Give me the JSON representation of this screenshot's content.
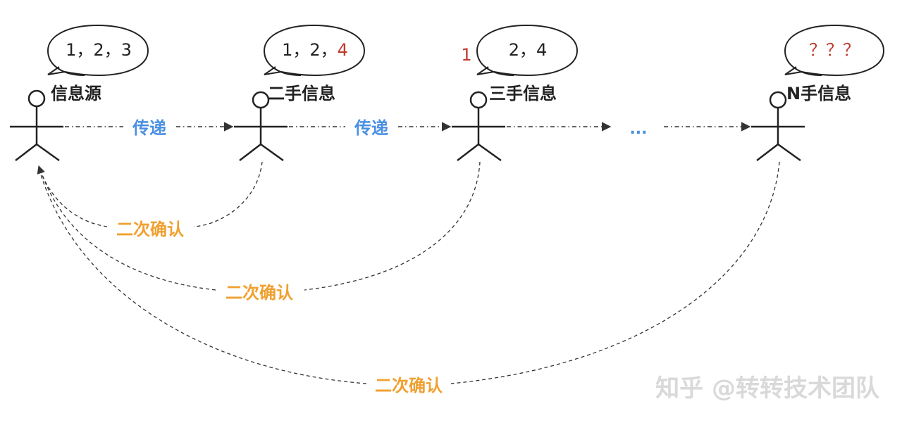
{
  "actors": [
    {
      "name": "信息源"
    },
    {
      "name": "二手信息"
    },
    {
      "name": "三手信息"
    },
    {
      "name": "N手信息"
    }
  ],
  "bubbles": [
    {
      "parts": [
        {
          "text": "1，",
          "color": "#222222"
        },
        {
          "text": "2，",
          "color": "#222222"
        },
        {
          "text": "3",
          "color": "#222222"
        }
      ]
    },
    {
      "parts": [
        {
          "text": "1，",
          "color": "#222222"
        },
        {
          "text": "2，",
          "color": "#222222"
        },
        {
          "text": "4",
          "color": "#c0392b"
        }
      ]
    },
    {
      "parts": [
        {
          "text": "2，",
          "color": "#222222"
        },
        {
          "text": "4",
          "color": "#222222"
        }
      ]
    },
    {
      "parts": [
        {
          "text": "？",
          "color": "#c0392b"
        },
        {
          "text": "？",
          "color": "#c0392b"
        },
        {
          "text": "？",
          "color": "#c0392b"
        }
      ]
    }
  ],
  "dropped_item": "1",
  "transfer_labels": [
    "传递",
    "传递",
    "..."
  ],
  "confirm_labels": [
    "二次确认",
    "二次确认",
    "二次确认"
  ],
  "watermark": "知乎 @转转技术团队",
  "colors": {
    "line": "#333333",
    "transfer_text": "#4a90e2",
    "confirm_text": "#f0a030",
    "highlight": "#c0392b",
    "watermark": "#d9d9d9"
  }
}
